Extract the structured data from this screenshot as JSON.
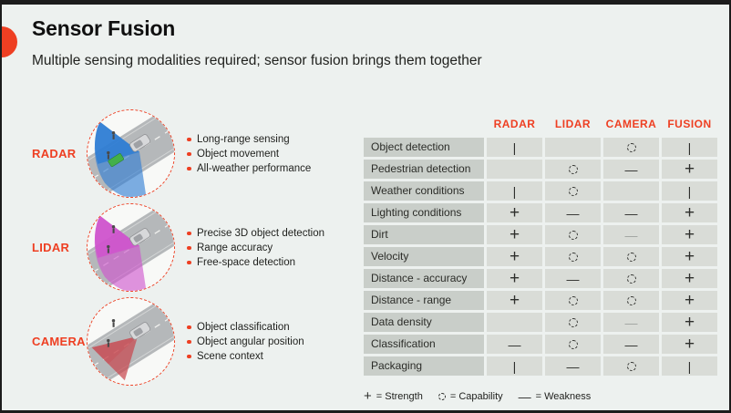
{
  "slide": {
    "title": "Sensor Fusion",
    "subtitle": "Multiple sensing modalities required; sensor fusion brings them together",
    "accent_color": "#ee3f22"
  },
  "sensors": [
    {
      "name": "RADAR",
      "cone_color": "#2e7cd4",
      "bullets": [
        "Long-range sensing",
        "Object movement",
        "All-weather performance"
      ]
    },
    {
      "name": "LIDAR",
      "cone_color": "#cf52cd",
      "bullets": [
        "Precise 3D object detection",
        "Range accuracy",
        "Free-space detection"
      ]
    },
    {
      "name": "CAMERA",
      "cone_color": "#c9484f",
      "bullets": [
        "Object classification",
        "Object angular position",
        "Scene context"
      ]
    }
  ],
  "table": {
    "columns": [
      "RADAR",
      "LIDAR",
      "CAMERA",
      "FUSION"
    ],
    "symbols": {
      "plus": "+",
      "cap": "O",
      "dash": "—",
      "bar": "|"
    },
    "rows": [
      {
        "label": "Object detection",
        "cells": [
          "bar",
          "",
          "cap",
          "bar"
        ]
      },
      {
        "label": "Pedestrian detection",
        "cells": [
          "",
          "cap",
          "dash",
          "plus"
        ]
      },
      {
        "label": "Weather conditions",
        "cells": [
          "bar",
          "cap",
          "",
          "bar"
        ]
      },
      {
        "label": "Lighting conditions",
        "cells": [
          "plus",
          "dash",
          "dash",
          "plus"
        ]
      },
      {
        "label": "Dirt",
        "cells": [
          "plus",
          "cap",
          "dash~",
          "plus"
        ]
      },
      {
        "label": "Velocity",
        "cells": [
          "plus",
          "cap",
          "cap",
          "plus"
        ]
      },
      {
        "label": "Distance - accuracy",
        "cells": [
          "plus",
          "dash",
          "cap",
          "plus"
        ]
      },
      {
        "label": "Distance - range",
        "cells": [
          "plus",
          "cap",
          "cap",
          "plus"
        ]
      },
      {
        "label": "Data density",
        "cells": [
          "",
          "cap",
          "dash~",
          "plus"
        ]
      },
      {
        "label": "Classification",
        "cells": [
          "dash",
          "cap",
          "dash",
          "plus"
        ]
      },
      {
        "label": "Packaging",
        "cells": [
          "bar",
          "dash",
          "cap",
          "bar"
        ]
      }
    ],
    "legend": [
      {
        "symbol": "plus",
        "text": "= Strength"
      },
      {
        "symbol": "cap",
        "text": "= Capability"
      },
      {
        "symbol": "dash",
        "text": "= Weakness"
      }
    ]
  }
}
